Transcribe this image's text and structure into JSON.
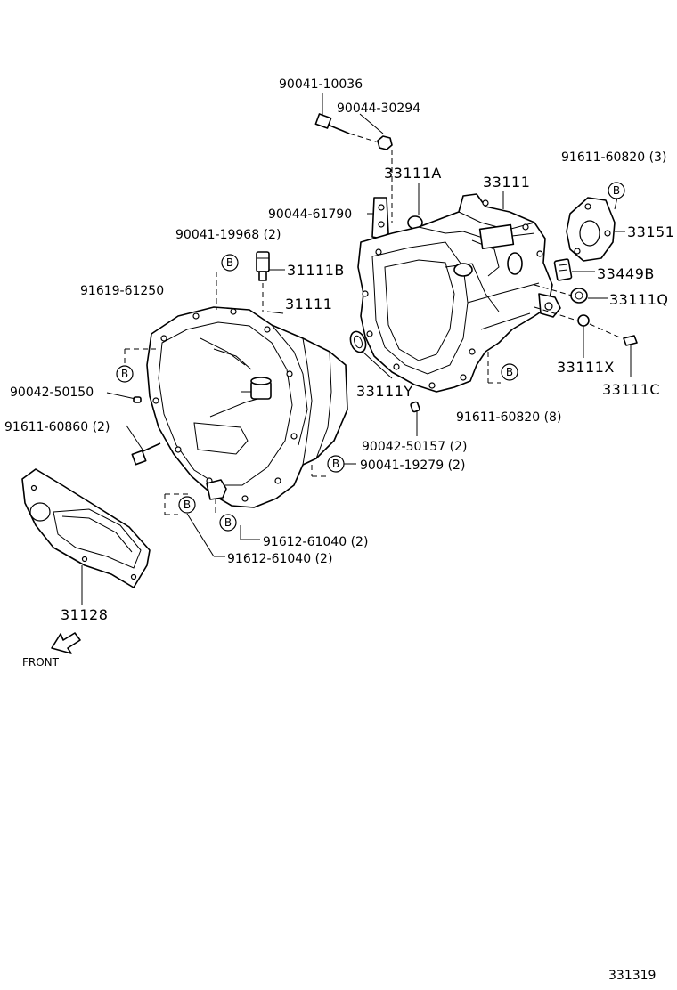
{
  "labels": {
    "p90041_10036": "90041-10036",
    "p90044_30294": "90044-30294",
    "p33111A": "33111A",
    "p33111": "33111",
    "p91611_60820_3": "91611-60820 (3)",
    "p90044_61790": "90044-61790",
    "p90041_19968": "90041-19968 (2)",
    "p33151": "33151",
    "p31111B": "31111B",
    "p33449B": "33449B",
    "p91619_61250": "91619-61250",
    "p31111": "31111",
    "p33111Q": "33111Q",
    "p90042_50150": "90042-50150",
    "p33111Y": "33111Y",
    "p33111X": "33111X",
    "p33111C": "33111C",
    "p91611_60820_8": "91611-60820 (8)",
    "p91611_60860": "91611-60860 (2)",
    "p90042_50157": "90042-50157 (2)",
    "p90041_19279": "90041-19279 (2)",
    "p91612_61040_a": "91612-61040 (2)",
    "p91612_61040_b": "91612-61040 (2)",
    "p31128": "31128",
    "front": "FRONT",
    "figure_code": "331319"
  },
  "marker_letter": "B",
  "colors": {
    "ink": "#000000",
    "paper": "#ffffff"
  }
}
